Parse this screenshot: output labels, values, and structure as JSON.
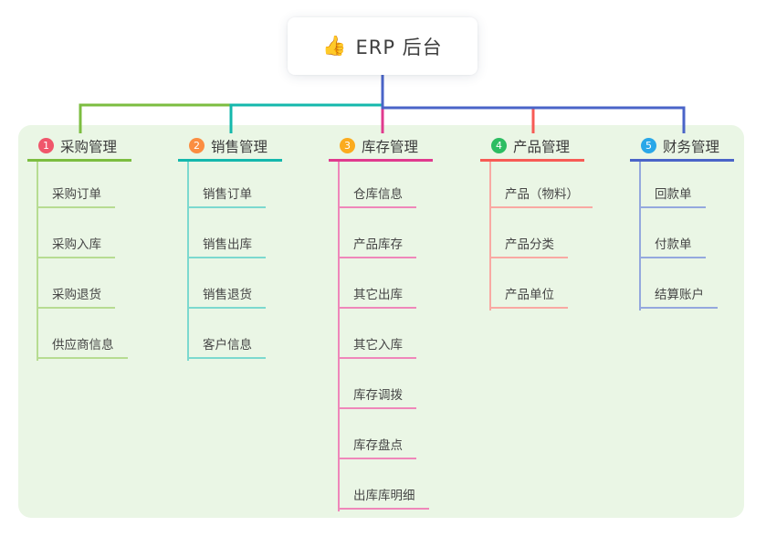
{
  "root": {
    "icon": "👍",
    "label": "ERP 后台"
  },
  "colors": {
    "canvas_bg": "#ffffff",
    "panel_bg": "#eaf6e5",
    "root_line": "#4a64c8",
    "title_text": "#3b3b3b",
    "child_text": "#454545"
  },
  "branches": [
    {
      "num": "1",
      "label": "采购管理",
      "badge_color": "#f0566b",
      "line_color": "#7cbd40",
      "child_line_color": "#b7dc92",
      "children": [
        "采购订单",
        "采购入库",
        "采购退货",
        "供应商信息"
      ]
    },
    {
      "num": "2",
      "label": "销售管理",
      "badge_color": "#fb8d41",
      "line_color": "#14b8ac",
      "child_line_color": "#7cd9cf",
      "children": [
        "销售订单",
        "销售出库",
        "销售退货",
        "客户信息"
      ]
    },
    {
      "num": "3",
      "label": "库存管理",
      "badge_color": "#fbab1e",
      "line_color": "#e03a8e",
      "child_line_color": "#ef87ba",
      "children": [
        "仓库信息",
        "产品库存",
        "其它出库",
        "其它入库",
        "库存调拨",
        "库存盘点",
        "出库库明细"
      ]
    },
    {
      "num": "4",
      "label": "产品管理",
      "badge_color": "#2dbd62",
      "line_color": "#f75b55",
      "child_line_color": "#f9a9a3",
      "children": [
        "产品（物料）",
        "产品分类",
        "产品单位"
      ]
    },
    {
      "num": "5",
      "label": "财务管理",
      "badge_color": "#29a7e8",
      "line_color": "#4a64c8",
      "child_line_color": "#94a8de",
      "children": [
        "回款单",
        "付款单",
        "结算账户"
      ]
    }
  ]
}
